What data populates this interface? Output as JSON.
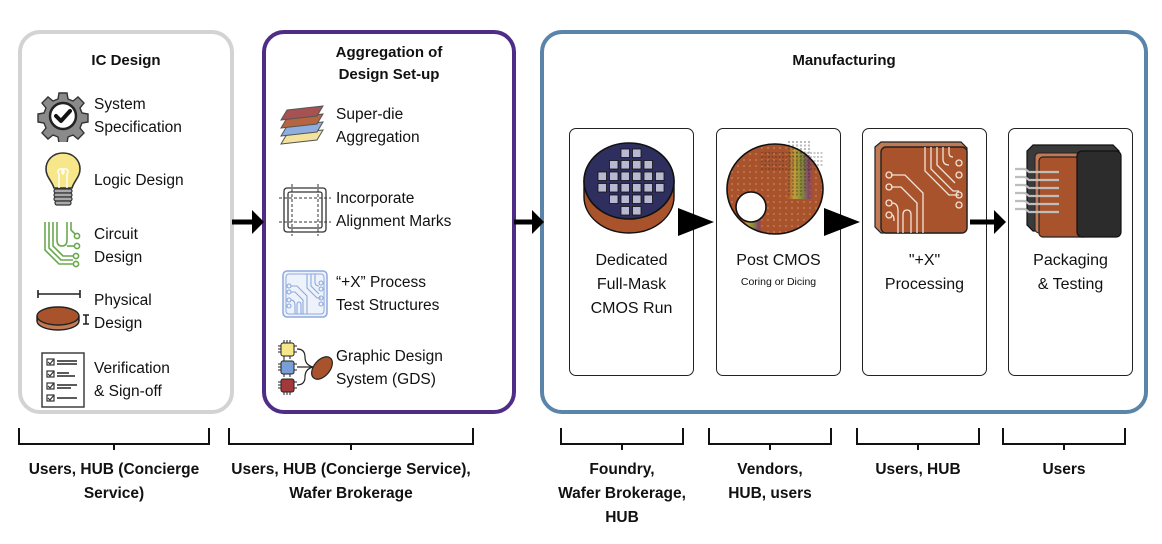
{
  "colors": {
    "ic_border": "#d3d3d3",
    "aggregation_border": "#4f2d86",
    "manufacturing_border": "#5a84a8",
    "copper": "#a9532c",
    "wafer_navy": "#2e2f5e",
    "bulb_yellow": "#f7e68a",
    "circuit_green": "#6aa84f",
    "blueprint_blue": "#8ea9dc"
  },
  "panels": {
    "ic_design": {
      "title": "IC Design",
      "items": [
        {
          "icon": "gear-check-icon",
          "label": "System\nSpecification"
        },
        {
          "icon": "light-bulb-icon",
          "label": "Logic Design"
        },
        {
          "icon": "circuit-traces-icon",
          "label": "Circuit\nDesign"
        },
        {
          "icon": "wafer-dimension-icon",
          "label": "Physical\nDesign"
        },
        {
          "icon": "checklist-icon",
          "label": "Verification\n& Sign-off"
        }
      ]
    },
    "aggregation": {
      "title": "Aggregation of\nDesign Set-up",
      "items": [
        {
          "icon": "stacked-layers-icon",
          "label": "Super-die\nAggregation"
        },
        {
          "icon": "alignment-marks-icon",
          "label": "Incorporate\nAlignment Marks"
        },
        {
          "icon": "test-structures-icon",
          "label": "“+X” Process\nTest Structures"
        },
        {
          "icon": "chips-to-wafer-icon",
          "label": "Graphic Design\nSystem (GDS)"
        }
      ]
    },
    "manufacturing": {
      "title": "Manufacturing",
      "stages": [
        {
          "icon": "cmos-wafer-icon",
          "label": "Dedicated\nFull-Mask\nCMOS Run",
          "sublabel": ""
        },
        {
          "icon": "cored-wafer-icon",
          "label": "Post CMOS",
          "sublabel": "Coring or Dicing"
        },
        {
          "icon": "processed-die-icon",
          "label": "\"+X\"\nProcessing",
          "sublabel": ""
        },
        {
          "icon": "packaged-chip-icon",
          "label": "Packaging\n& Testing",
          "sublabel": ""
        }
      ]
    }
  },
  "roles": [
    "Users, HUB (Concierge\nService)",
    "Users, HUB (Concierge Service),\nWafer Brokerage",
    "Foundry,\nWafer Brokerage,\nHUB",
    "Vendors,\nHUB, users",
    "Users, HUB",
    "Users"
  ]
}
